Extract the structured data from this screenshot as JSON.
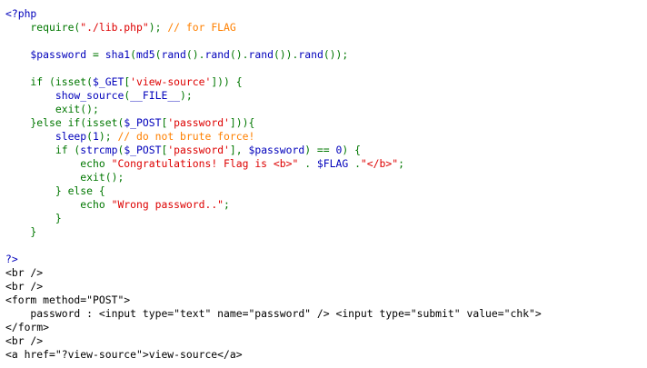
{
  "colors": {
    "default": "#000000",
    "keyword": "#007700",
    "string": "#dd0000",
    "comment": "#ff8000",
    "identifier": "#0000bb"
  },
  "lines": [
    {
      "id": "php-open",
      "tokens": [
        {
          "t": "<?php",
          "c": "identifier"
        }
      ]
    },
    {
      "id": "require",
      "tokens": [
        {
          "t": "    require(",
          "c": "keyword"
        },
        {
          "t": "\"./lib.php\"",
          "c": "string"
        },
        {
          "t": "); ",
          "c": "keyword"
        },
        {
          "t": "// for FLAG",
          "c": "comment"
        }
      ]
    },
    {
      "id": "blank-1",
      "tokens": []
    },
    {
      "id": "password-assign",
      "tokens": [
        {
          "t": "    $password ",
          "c": "identifier"
        },
        {
          "t": "= ",
          "c": "keyword"
        },
        {
          "t": "sha1",
          "c": "identifier"
        },
        {
          "t": "(",
          "c": "keyword"
        },
        {
          "t": "md5",
          "c": "identifier"
        },
        {
          "t": "(",
          "c": "keyword"
        },
        {
          "t": "rand",
          "c": "identifier"
        },
        {
          "t": "().",
          "c": "keyword"
        },
        {
          "t": "rand",
          "c": "identifier"
        },
        {
          "t": "().",
          "c": "keyword"
        },
        {
          "t": "rand",
          "c": "identifier"
        },
        {
          "t": "()).",
          "c": "keyword"
        },
        {
          "t": "rand",
          "c": "identifier"
        },
        {
          "t": "());",
          "c": "keyword"
        }
      ]
    },
    {
      "id": "blank-2",
      "tokens": []
    },
    {
      "id": "if-isset-get",
      "tokens": [
        {
          "t": "    if (isset(",
          "c": "keyword"
        },
        {
          "t": "$_GET",
          "c": "identifier"
        },
        {
          "t": "[",
          "c": "keyword"
        },
        {
          "t": "'view-source'",
          "c": "string"
        },
        {
          "t": "])) {",
          "c": "keyword"
        }
      ]
    },
    {
      "id": "show-source",
      "tokens": [
        {
          "t": "        show_source",
          "c": "identifier"
        },
        {
          "t": "(",
          "c": "keyword"
        },
        {
          "t": "__FILE__",
          "c": "identifier"
        },
        {
          "t": ");",
          "c": "keyword"
        }
      ]
    },
    {
      "id": "exit-1",
      "tokens": [
        {
          "t": "        exit();",
          "c": "keyword"
        }
      ]
    },
    {
      "id": "else-if-post",
      "tokens": [
        {
          "t": "    }else if(isset(",
          "c": "keyword"
        },
        {
          "t": "$_POST",
          "c": "identifier"
        },
        {
          "t": "[",
          "c": "keyword"
        },
        {
          "t": "'password'",
          "c": "string"
        },
        {
          "t": "])){",
          "c": "keyword"
        }
      ]
    },
    {
      "id": "sleep",
      "tokens": [
        {
          "t": "        sleep",
          "c": "identifier"
        },
        {
          "t": "(",
          "c": "keyword"
        },
        {
          "t": "1",
          "c": "identifier"
        },
        {
          "t": "); ",
          "c": "keyword"
        },
        {
          "t": "// do not brute force!",
          "c": "comment"
        }
      ]
    },
    {
      "id": "if-strcmp",
      "tokens": [
        {
          "t": "        if (",
          "c": "keyword"
        },
        {
          "t": "strcmp",
          "c": "identifier"
        },
        {
          "t": "(",
          "c": "keyword"
        },
        {
          "t": "$_POST",
          "c": "identifier"
        },
        {
          "t": "[",
          "c": "keyword"
        },
        {
          "t": "'password'",
          "c": "string"
        },
        {
          "t": "], ",
          "c": "keyword"
        },
        {
          "t": "$password",
          "c": "identifier"
        },
        {
          "t": ") == ",
          "c": "keyword"
        },
        {
          "t": "0",
          "c": "identifier"
        },
        {
          "t": ") {",
          "c": "keyword"
        }
      ]
    },
    {
      "id": "echo-congrats",
      "tokens": [
        {
          "t": "            echo ",
          "c": "keyword"
        },
        {
          "t": "\"Congratulations! Flag is <b>\" ",
          "c": "string"
        },
        {
          "t": ". ",
          "c": "keyword"
        },
        {
          "t": "$FLAG ",
          "c": "identifier"
        },
        {
          "t": ".",
          "c": "keyword"
        },
        {
          "t": "\"</b>\"",
          "c": "string"
        },
        {
          "t": ";",
          "c": "keyword"
        }
      ]
    },
    {
      "id": "exit-2",
      "tokens": [
        {
          "t": "            exit();",
          "c": "keyword"
        }
      ]
    },
    {
      "id": "else",
      "tokens": [
        {
          "t": "        } else {",
          "c": "keyword"
        }
      ]
    },
    {
      "id": "echo-wrong",
      "tokens": [
        {
          "t": "            echo ",
          "c": "keyword"
        },
        {
          "t": "\"Wrong password..\"",
          "c": "string"
        },
        {
          "t": ";",
          "c": "keyword"
        }
      ]
    },
    {
      "id": "close-inner",
      "tokens": [
        {
          "t": "        }",
          "c": "keyword"
        }
      ]
    },
    {
      "id": "close-outer",
      "tokens": [
        {
          "t": "    }",
          "c": "keyword"
        }
      ]
    },
    {
      "id": "blank-3",
      "tokens": []
    },
    {
      "id": "php-close",
      "tokens": [
        {
          "t": "?>",
          "c": "identifier"
        }
      ]
    },
    {
      "id": "br-1",
      "tokens": [
        {
          "t": "<br />",
          "c": "default"
        }
      ]
    },
    {
      "id": "br-2",
      "tokens": [
        {
          "t": "<br />",
          "c": "default"
        }
      ]
    },
    {
      "id": "form-open",
      "tokens": [
        {
          "t": "<form method=\"POST\">",
          "c": "default"
        }
      ]
    },
    {
      "id": "form-input",
      "tokens": [
        {
          "t": "    password : <input type=\"text\" name=\"password\" /> <input type=\"submit\" value=\"chk\">",
          "c": "default"
        }
      ]
    },
    {
      "id": "form-close",
      "tokens": [
        {
          "t": "</form>",
          "c": "default"
        }
      ]
    },
    {
      "id": "br-3",
      "tokens": [
        {
          "t": "<br />",
          "c": "default"
        }
      ]
    },
    {
      "id": "view-source-link",
      "tokens": [
        {
          "t": "<a href=\"?view-source\">view-source</a>",
          "c": "default"
        }
      ]
    }
  ]
}
